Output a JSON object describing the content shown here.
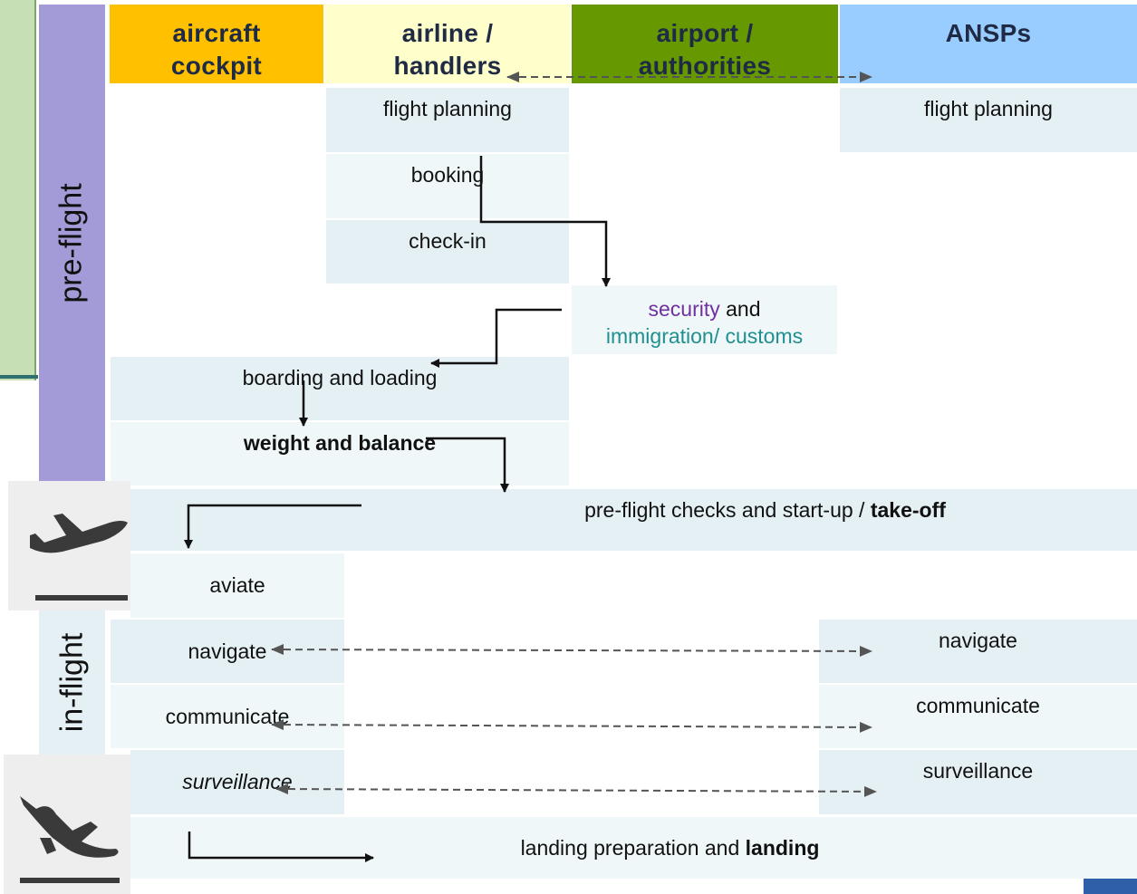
{
  "headers": {
    "aircraft_cockpit": [
      "aircraft",
      "cockpit"
    ],
    "airline_handlers": [
      "airline /",
      "handlers"
    ],
    "airport_authorities": [
      "airport /",
      "authorities"
    ],
    "ansps": "ANSPs"
  },
  "phases": {
    "pre_flight": "pre-flight",
    "in_flight": "in-flight"
  },
  "cells": {
    "flight_planning_airline": "flight planning",
    "booking": "booking",
    "check_in": "check-in",
    "flight_planning_ansp": "flight planning",
    "security": "security",
    "and": "and",
    "immigration_customs": "immigration/ customs",
    "boarding_loading": "boarding and loading",
    "weight_balance": "weight and balance",
    "preflight_checks": "pre-flight checks and start-up / ",
    "take_off": "take-off",
    "aviate": "aviate",
    "navigate_cockpit": "navigate",
    "communicate_cockpit": "communicate",
    "surveillance_cockpit": "surveillance",
    "navigate_ansp": "navigate",
    "communicate_ansp": "communicate",
    "surveillance_ansp": "surveillance",
    "landing_prep": "landing preparation and ",
    "landing": "landing"
  },
  "icons": [
    "airplane-takeoff-icon",
    "airplane-landing-icon"
  ],
  "colors": {
    "cockpit": "#ffc000",
    "airline": "#ffffcc",
    "airport": "#669900",
    "ansps": "#99ccff",
    "pre_flight_band": "#a39bd8",
    "security_text": "#7030a0",
    "immigration_text": "#1f8f8f",
    "left_panel": "#c6dfb5"
  }
}
